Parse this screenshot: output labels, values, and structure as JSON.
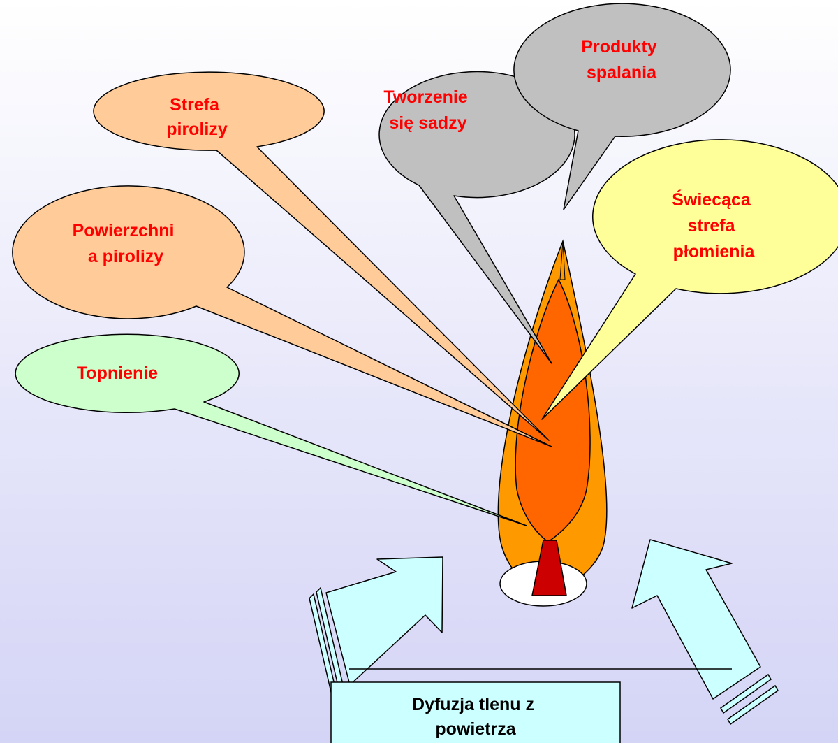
{
  "callouts": {
    "strefa_pirolizy": [
      "Strefa",
      "pirolizy"
    ],
    "powierzchnia_pirolizy": [
      "Powierzchni",
      "a pirolizy"
    ],
    "topnienie": [
      "Topnienie"
    ],
    "tworzenie_sadzy": [
      "Tworzenie",
      "się sadzy"
    ],
    "produkty_spalania": [
      "Produkty",
      "spalania"
    ],
    "swiecaca_strefa": [
      "Świecąca",
      "strefa",
      "płomienia"
    ]
  },
  "air_box": [
    "Dyfuzja tlenu z",
    "powietrza"
  ],
  "colors": {
    "peach": "#ffcc99",
    "green": "#ccffcc",
    "gray": "#c0c0c0",
    "yellow": "#ffff99",
    "cyan": "#ccffff",
    "label_red": "#ff0000",
    "flame_outer": "#ff9900",
    "flame_inner": "#ff6600",
    "wick": "#cc0000"
  },
  "icons": {
    "flame": "flame-icon",
    "candle": "candle-wick-icon",
    "arrow": "up-arrow-icon"
  }
}
